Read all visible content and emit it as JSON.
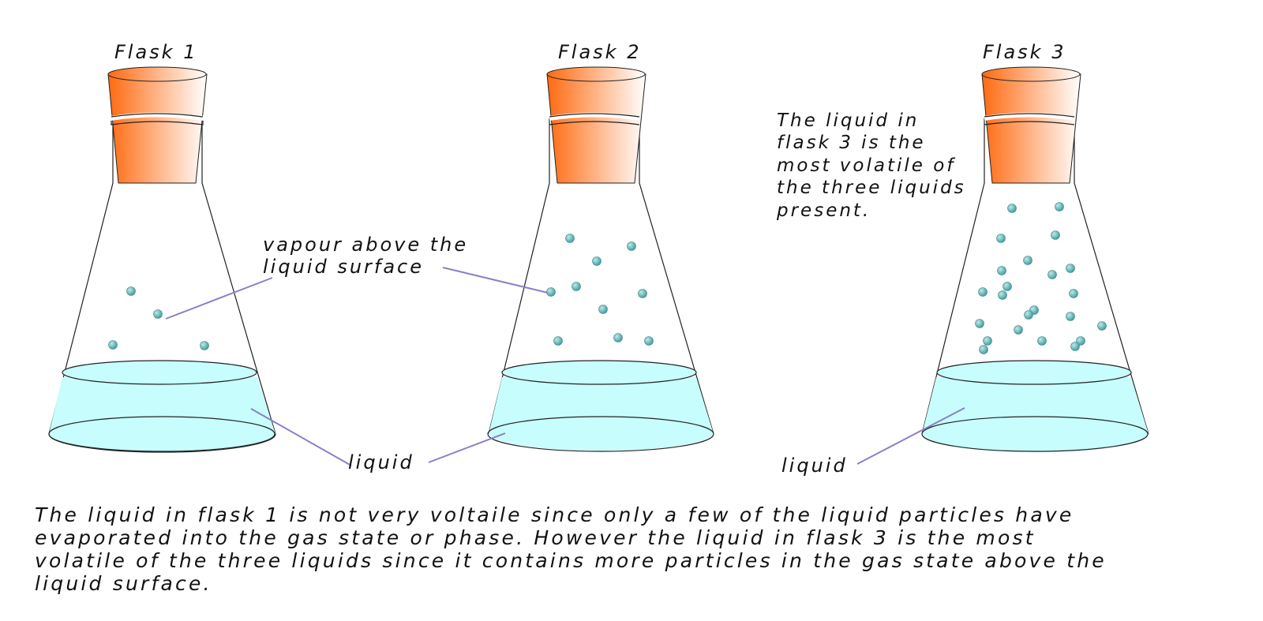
{
  "flasks": [
    {
      "title": "Flask 1"
    },
    {
      "title": "Flask 2"
    },
    {
      "title": "Flask 3"
    }
  ],
  "labels": {
    "vapour_line1": "vapour above the",
    "vapour_line2": "liquid surface",
    "liquid_middle": "liquid",
    "liquid_right": "liquid"
  },
  "note_flask3": [
    "The liquid in",
    "flask 3 is the",
    "most volatile of",
    "the three liquids",
    "present."
  ],
  "paragraph": [
    "The liquid in flask 1 is not very voltaile since only a few of the liquid particles have",
    "evaporated into the gas state or phase.  However the liquid in flask 3 is the most",
    "volatile of the three liquids since it contains more particles in the gas state above the",
    "liquid surface."
  ],
  "colors": {
    "liquid": "#c8fdfd",
    "cork_dark": "#ff6a10",
    "cork_light": "#ffffff",
    "particle": "#5ab0b0",
    "leader_line": "#8a7fc8",
    "outline": "#222222"
  }
}
